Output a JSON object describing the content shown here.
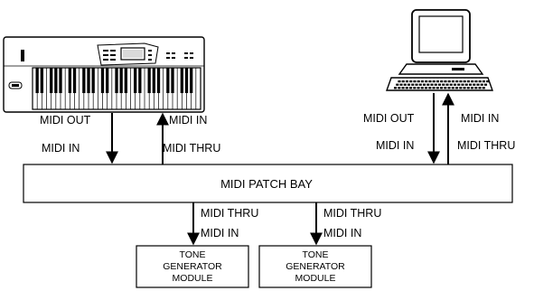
{
  "colors": {
    "ink": "#000000",
    "paper": "#ffffff",
    "screen": "#d9d9d9"
  },
  "keyboard": {
    "icon": "keyboard-synth-icon",
    "out_label": "MIDI OUT",
    "in_label": "MIDI IN",
    "bay_in_label": "MIDI IN",
    "bay_thru_label": "MIDI THRU"
  },
  "computer": {
    "icon": "desktop-computer-icon",
    "out_label": "MIDI OUT",
    "in_label": "MIDI IN",
    "bay_in_label": "MIDI IN",
    "bay_thru_label": "MIDI THRU"
  },
  "patch_bay": {
    "label": "MIDI PATCH BAY"
  },
  "modules": [
    {
      "thru_label": "MIDI THRU",
      "in_label": "MIDI IN",
      "line1": "TONE",
      "line2": "GENERATOR",
      "line3": "MODULE"
    },
    {
      "thru_label": "MIDI THRU",
      "in_label": "MIDI IN",
      "line1": "TONE",
      "line2": "GENERATOR",
      "line3": "MODULE"
    }
  ]
}
